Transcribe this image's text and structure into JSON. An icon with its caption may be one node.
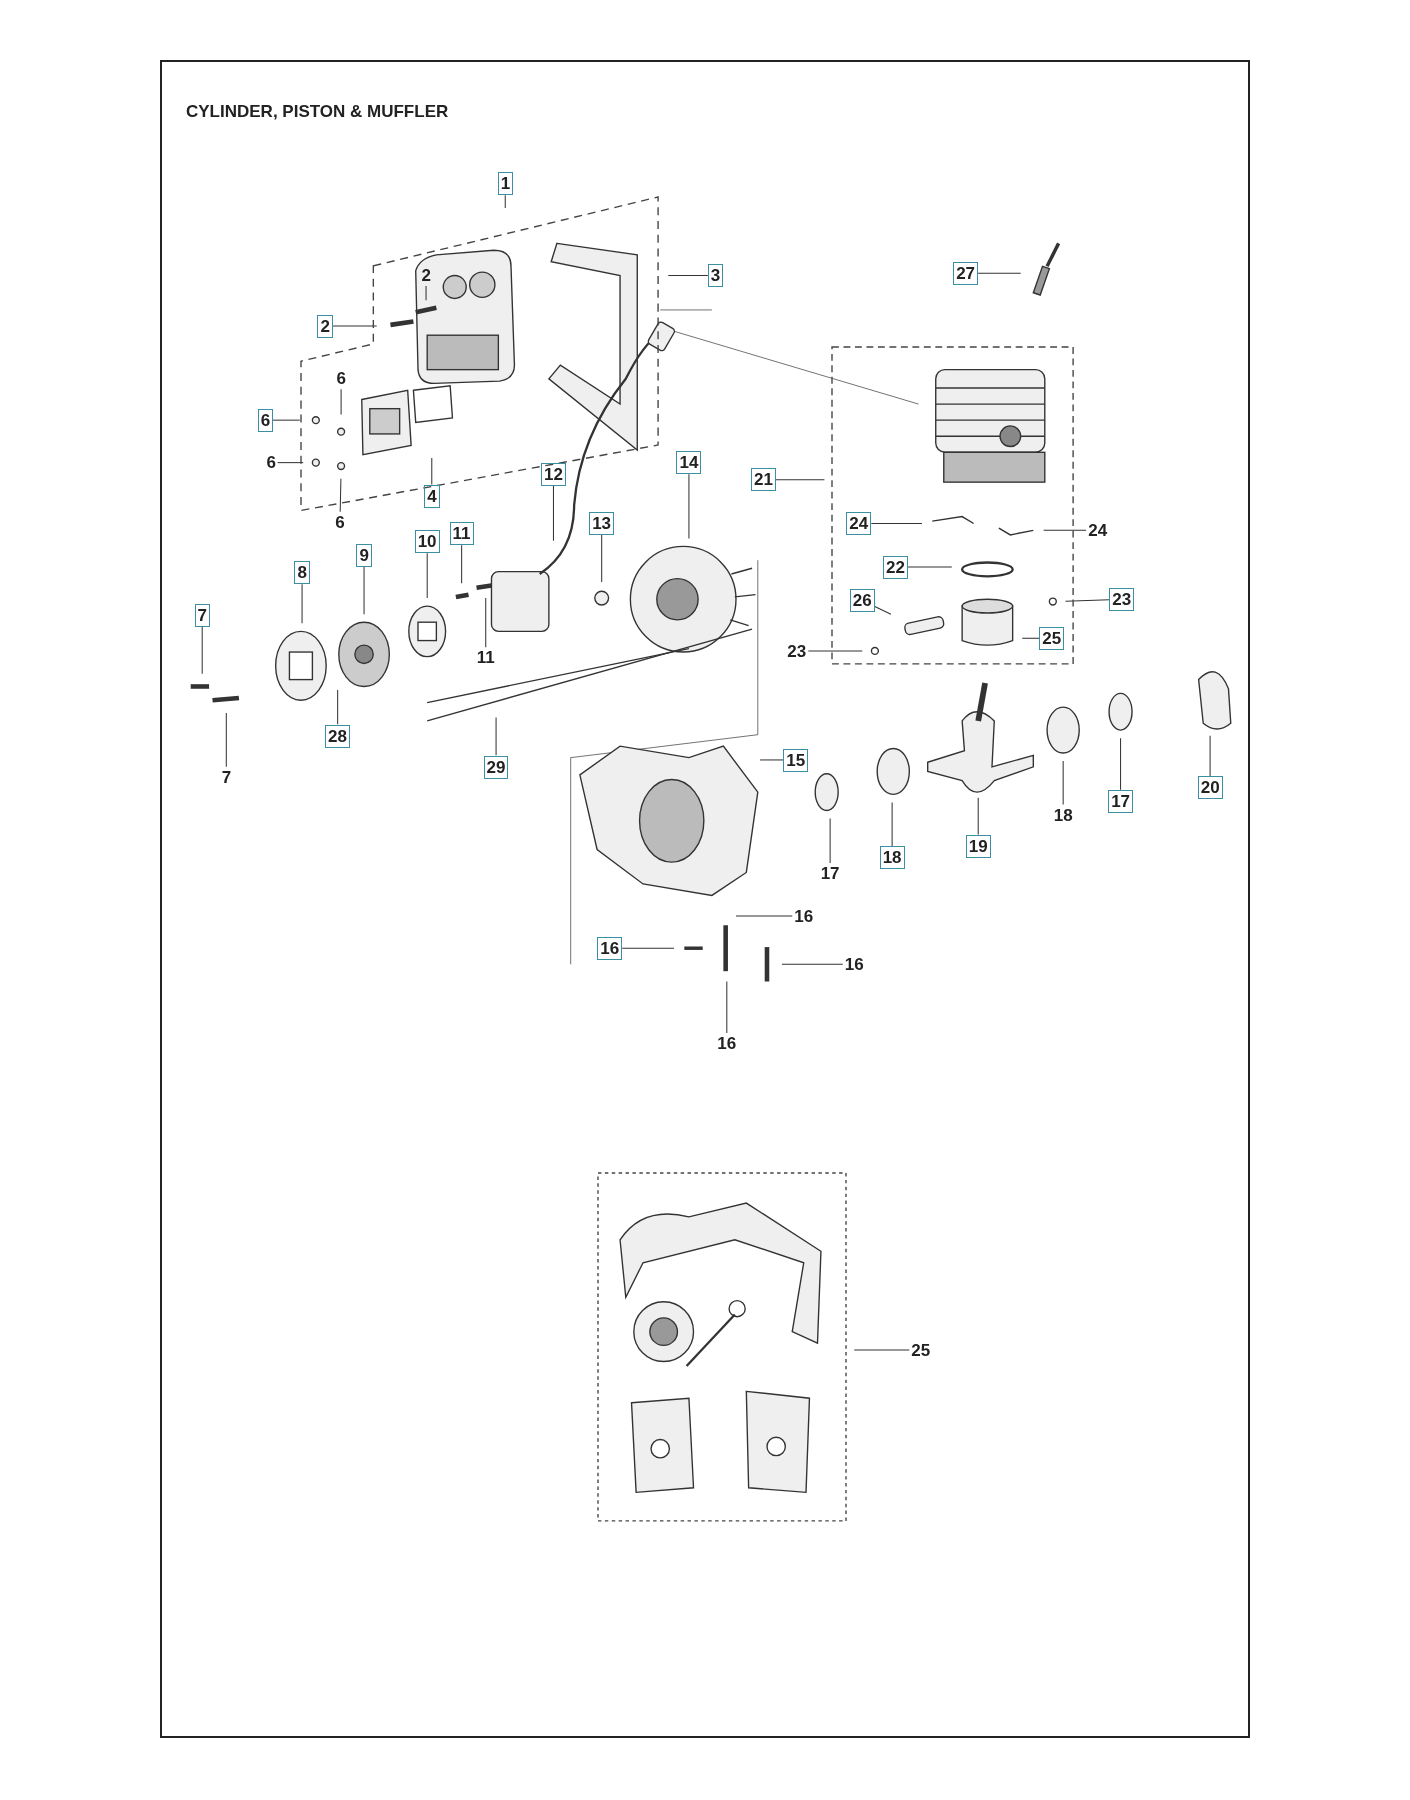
{
  "diagram": {
    "title": "CYLINDER, PISTON & MUFFLER",
    "nodes": [
      {
        "text": [
          "1"
        ]
      },
      {
        "text": [
          "2"
        ]
      },
      {
        "text": [
          "3"
        ]
      },
      {
        "text": [
          "2"
        ]
      },
      {
        "text": [
          "6"
        ]
      },
      {
        "text": [
          "6"
        ]
      },
      {
        "text": [
          "6"
        ]
      },
      {
        "text": [
          "4"
        ]
      },
      {
        "text": [
          "6"
        ]
      },
      {
        "text": [
          "27"
        ]
      },
      {
        "text": [
          "21"
        ]
      },
      {
        "text": [
          "14"
        ]
      },
      {
        "text": [
          "12"
        ]
      },
      {
        "text": [
          "13"
        ]
      },
      {
        "text": [
          "11"
        ]
      },
      {
        "text": [
          "10"
        ]
      },
      {
        "text": [
          "9"
        ]
      },
      {
        "text": [
          "8"
        ]
      },
      {
        "text": [
          "7"
        ]
      },
      {
        "text": [
          "24"
        ]
      },
      {
        "text": [
          "24"
        ]
      },
      {
        "text": [
          "22"
        ]
      },
      {
        "text": [
          "26"
        ]
      },
      {
        "text": [
          "23"
        ]
      },
      {
        "text": [
          "25"
        ]
      },
      {
        "text": [
          "23"
        ]
      },
      {
        "text": [
          "11"
        ]
      },
      {
        "text": [
          "28"
        ]
      },
      {
        "text": [
          "7"
        ]
      },
      {
        "text": [
          "29"
        ]
      },
      {
        "text": [
          "15"
        ]
      },
      {
        "text": [
          "20"
        ]
      },
      {
        "text": [
          "17"
        ]
      },
      {
        "text": [
          "18"
        ]
      },
      {
        "text": [
          "19"
        ]
      },
      {
        "text": [
          "18"
        ]
      },
      {
        "text": [
          "17"
        ]
      },
      {
        "text": [
          "16"
        ]
      },
      {
        "text": [
          "16"
        ]
      },
      {
        "text": [
          "16"
        ]
      },
      {
        "text": [
          "16"
        ]
      },
      {
        "text": [
          "25"
        ]
      }
    ],
    "edges": [
      {
        "from": 0,
        "to": null,
        "arrow": "none"
      },
      {
        "from": 1,
        "to": null,
        "arrow": "none"
      },
      {
        "from": 2,
        "to": null,
        "arrow": "none"
      },
      {
        "from": 3,
        "to": null,
        "arrow": "none"
      },
      {
        "from": 4,
        "to": null,
        "arrow": "none"
      },
      {
        "from": 5,
        "to": null,
        "arrow": "none"
      },
      {
        "from": 6,
        "to": null,
        "arrow": "none"
      },
      {
        "from": 7,
        "to": null,
        "arrow": "none"
      },
      {
        "from": 8,
        "to": null,
        "arrow": "none"
      },
      {
        "from": 9,
        "to": null,
        "arrow": "none"
      },
      {
        "from": 10,
        "to": null,
        "arrow": "none"
      },
      {
        "from": 11,
        "to": null,
        "arrow": "none"
      },
      {
        "from": 12,
        "to": null,
        "arrow": "none"
      },
      {
        "from": 13,
        "to": null,
        "arrow": "none"
      },
      {
        "from": 14,
        "to": null,
        "arrow": "none"
      },
      {
        "from": 15,
        "to": null,
        "arrow": "none"
      },
      {
        "from": 16,
        "to": null,
        "arrow": "none"
      },
      {
        "from": 17,
        "to": null,
        "arrow": "none"
      },
      {
        "from": 18,
        "to": null,
        "arrow": "none"
      },
      {
        "from": 19,
        "to": null,
        "arrow": "none"
      },
      {
        "from": 20,
        "to": null,
        "arrow": "none"
      },
      {
        "from": 21,
        "to": null,
        "arrow": "none"
      },
      {
        "from": 22,
        "to": null,
        "arrow": "none"
      },
      {
        "from": 23,
        "to": null,
        "arrow": "none"
      },
      {
        "from": 24,
        "to": null,
        "arrow": "none"
      },
      {
        "from": 25,
        "to": null,
        "arrow": "none"
      },
      {
        "from": 26,
        "to": null,
        "arrow": "none"
      },
      {
        "from": 27,
        "to": null,
        "arrow": "none"
      },
      {
        "from": 28,
        "to": null,
        "arrow": "none"
      },
      {
        "from": 29,
        "to": null,
        "arrow": "none"
      },
      {
        "from": 30,
        "to": null,
        "arrow": "none"
      },
      {
        "from": 31,
        "to": null,
        "arrow": "none"
      },
      {
        "from": 32,
        "to": null,
        "arrow": "none"
      },
      {
        "from": 33,
        "to": null,
        "arrow": "none"
      },
      {
        "from": 34,
        "to": null,
        "arrow": "none"
      },
      {
        "from": 35,
        "to": null,
        "arrow": "none"
      },
      {
        "from": 36,
        "to": null,
        "arrow": "none"
      },
      {
        "from": 37,
        "to": null,
        "arrow": "none"
      },
      {
        "from": 38,
        "to": null,
        "arrow": "none"
      },
      {
        "from": 39,
        "to": null,
        "arrow": "none"
      },
      {
        "from": 40,
        "to": null,
        "arrow": "none"
      },
      {
        "from": 41,
        "to": null,
        "arrow": "none"
      }
    ]
  }
}
